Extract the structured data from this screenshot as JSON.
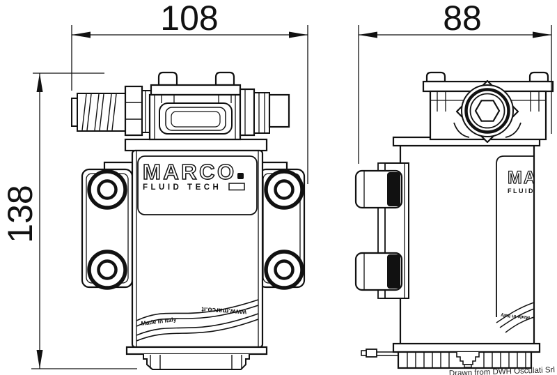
{
  "meta": {
    "background_color": "#ffffff",
    "line_color": "#111111",
    "drawing_type": "technical dimension drawing, front and side view of gear pump"
  },
  "dimensions": {
    "front_width": "108",
    "side_width": "88",
    "height": "138"
  },
  "branding": {
    "logo": "MARCO",
    "tagline": "FLUID TECH"
  },
  "markings": {
    "made_in": "Made in Italy",
    "website": "www.marco.it"
  },
  "credit": "Drawn from DWH Osculati Srl"
}
